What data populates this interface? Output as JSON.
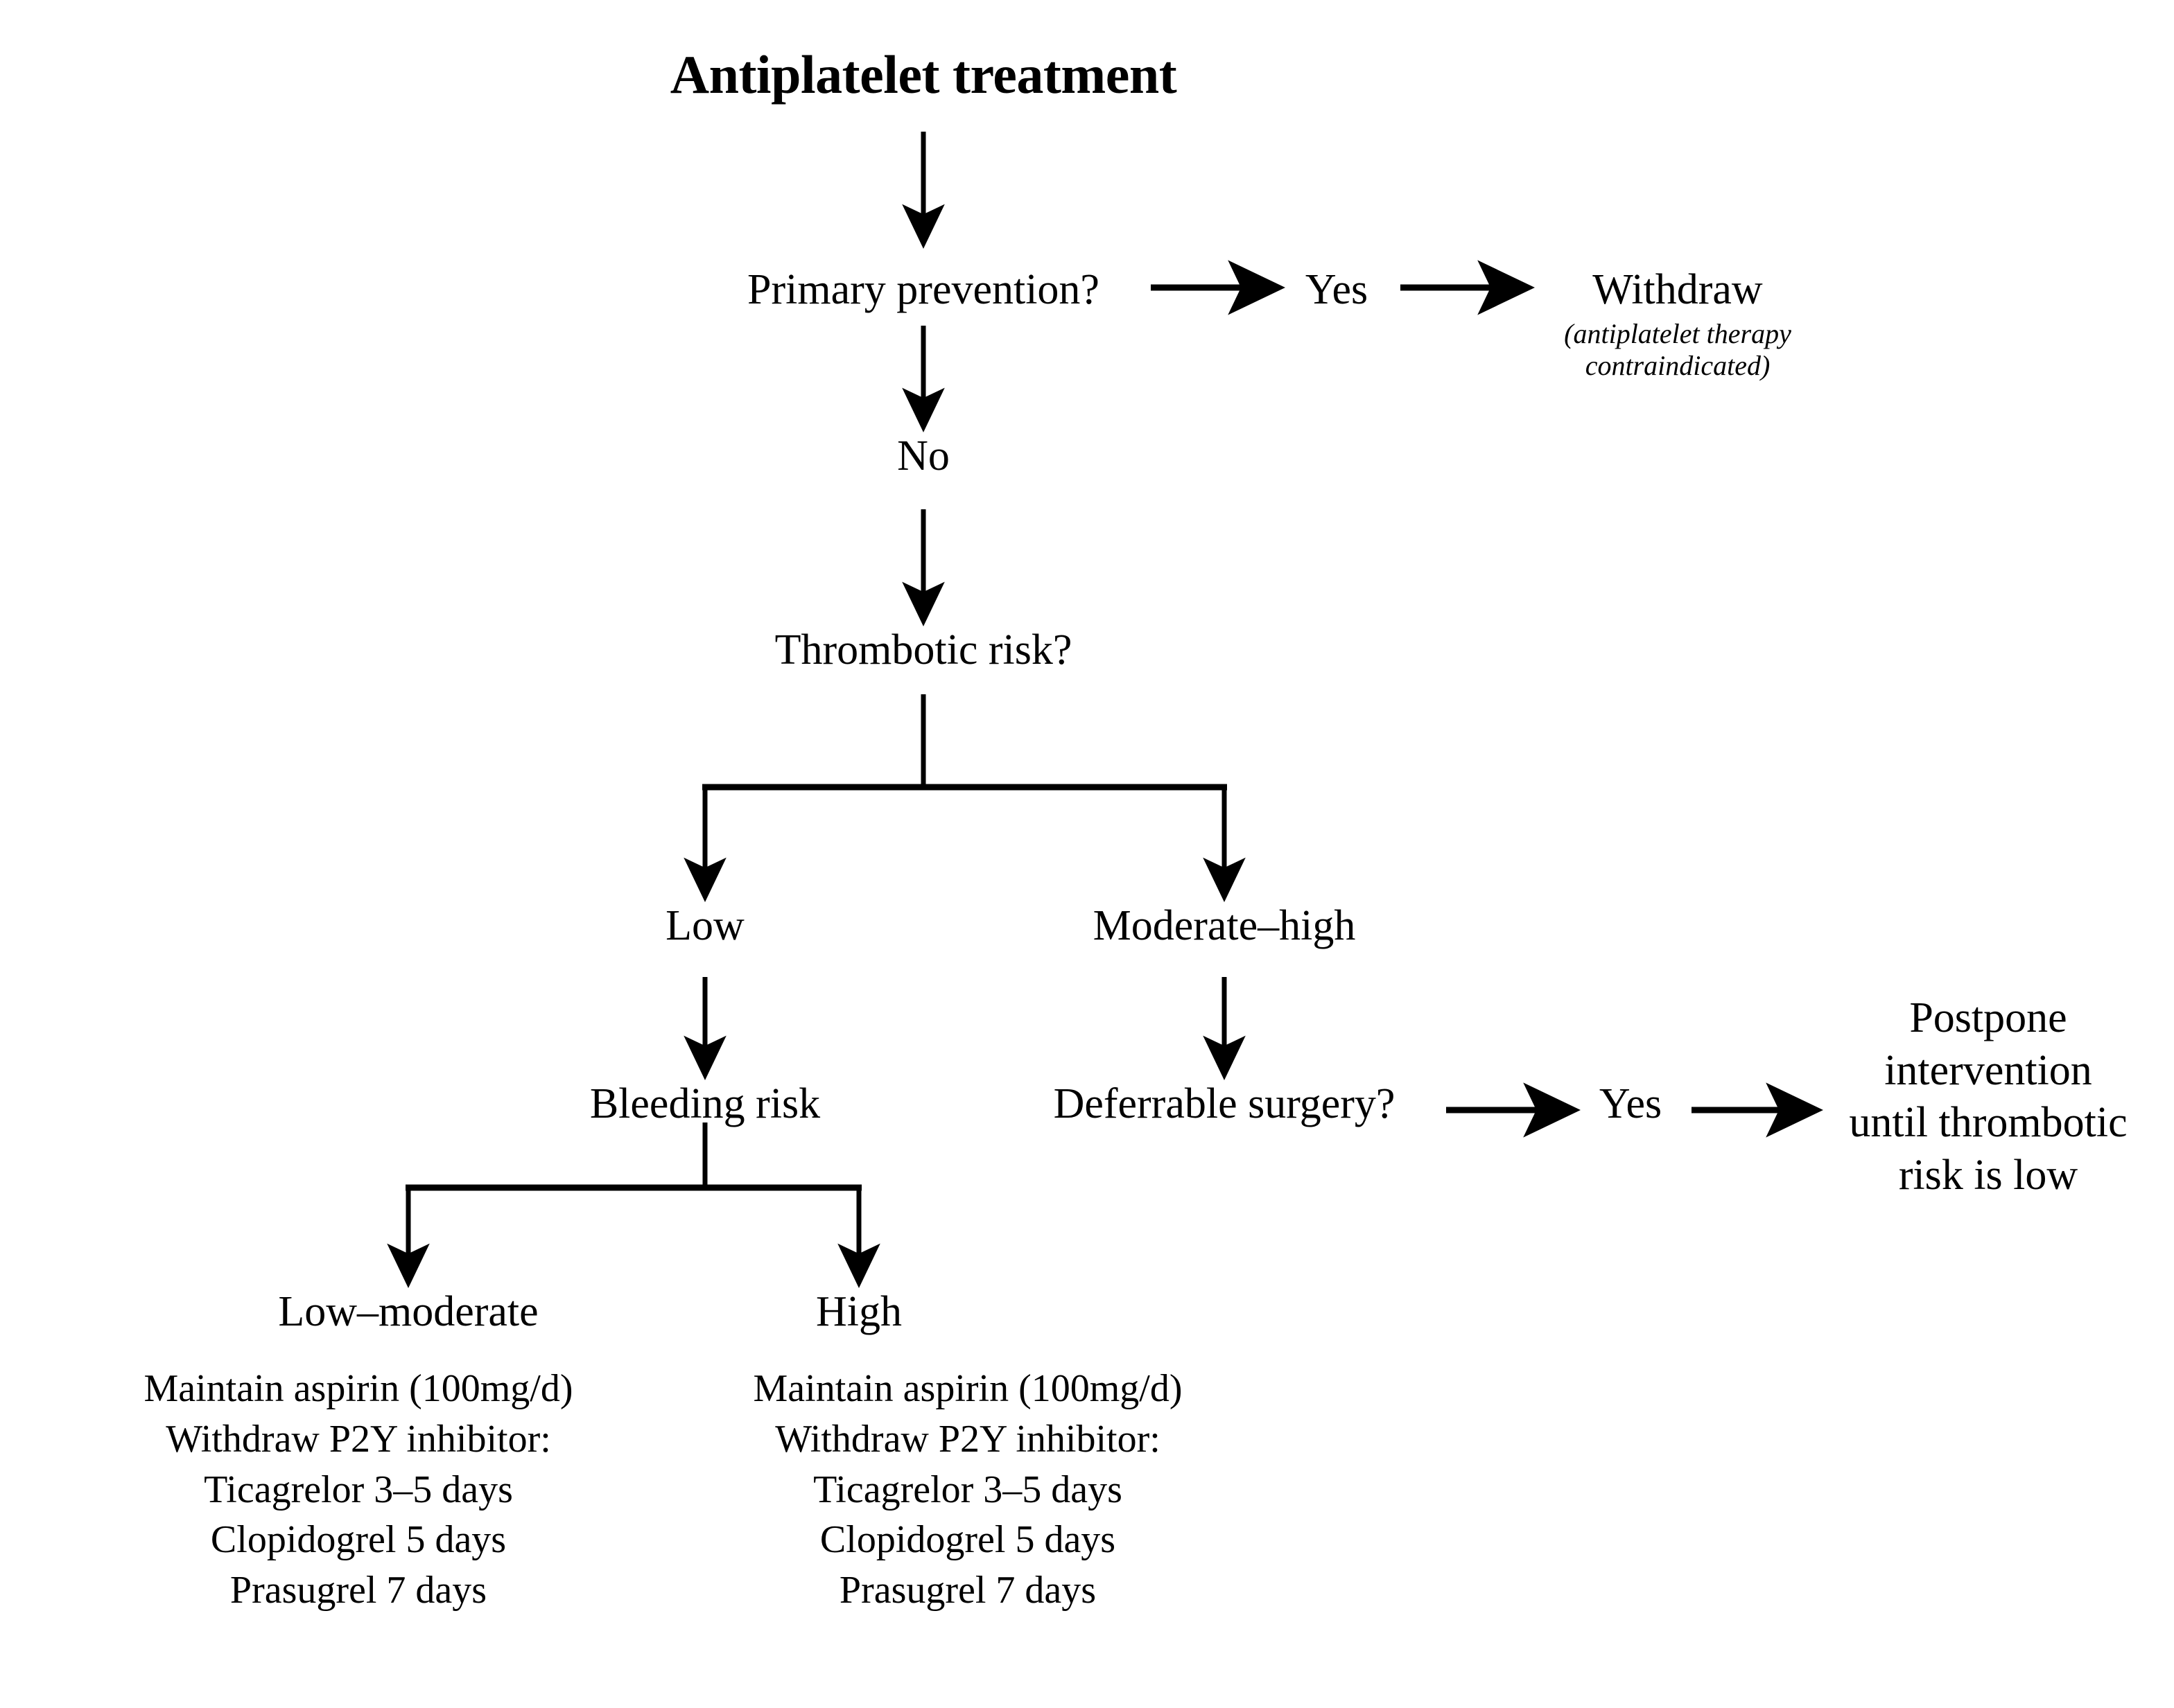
{
  "diagram": {
    "title": "Antiplatelet treatment",
    "nodes": {
      "primary_prevention": "Primary prevention?",
      "yes_1": "Yes",
      "withdraw": "Withdraw",
      "withdraw_note": "(antiplatelet therapy contraindicated)",
      "no_1": "No",
      "thrombotic_risk": "Thrombotic risk?",
      "risk_low": "Low",
      "risk_moderate_high": "Moderate–high",
      "bleeding_risk": "Bleeding risk",
      "bleed_low_moderate": "Low–moderate",
      "bleed_high": "High",
      "deferrable_surgery": "Deferrable surgery?",
      "yes_2": "Yes",
      "postpone": [
        "Postpone",
        "intervention",
        "until thrombotic",
        "risk is low"
      ]
    },
    "regimen_low_moderate": [
      "Maintain aspirin (100mg/d)",
      "Withdraw P2Y inhibitor:",
      "Ticagrelor 3–5 days",
      "Clopidogrel 5 days",
      "Prasugrel 7 days"
    ],
    "regimen_high": [
      "Maintain aspirin (100mg/d)",
      "Withdraw P2Y inhibitor:",
      "Ticagrelor 3–5 days",
      "Clopidogrel 5 days",
      "Prasugrel 7 days"
    ],
    "colors": {
      "background": "#ffffff",
      "ink": "#000000",
      "connector": "#000000"
    }
  }
}
